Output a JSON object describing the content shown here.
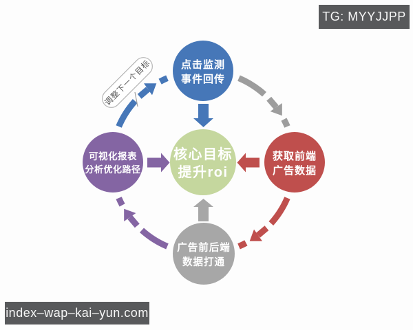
{
  "page": {
    "bg": "#fdfdfd"
  },
  "overlays": {
    "tg_badge": "TG: MYYJJPP",
    "domain_badge": "index–wap–kai–yun.com",
    "badge_bg": "#58595b"
  },
  "diagram": {
    "center_node": {
      "line1": "核心目标",
      "line2": "提升roi",
      "color": "#c5d79e"
    },
    "nodes": [
      {
        "id": "top",
        "line1": "点击监测",
        "line2": "事件回传",
        "color": "#4677b8"
      },
      {
        "id": "right",
        "line1": "获取前端",
        "line2": "广告数据",
        "color": "#bf4f4d"
      },
      {
        "id": "bottom",
        "line1": "广告前后端",
        "line2": "数据打通",
        "color": "#a7a7a7"
      },
      {
        "id": "left",
        "line1": "可视化报表",
        "line2": "分析优化路径",
        "color": "#8465a3"
      }
    ],
    "callout": {
      "label": "调整下一个目标"
    },
    "arcs": [
      {
        "id": "left-to-top",
        "color": "#4677b8"
      },
      {
        "id": "top-to-right",
        "color": "#9d9d9d"
      },
      {
        "id": "right-to-bottom",
        "color": "#bf4f4d"
      },
      {
        "id": "bottom-to-left",
        "color": "#8465a3"
      }
    ],
    "label_text_color": "#ffffff"
  }
}
